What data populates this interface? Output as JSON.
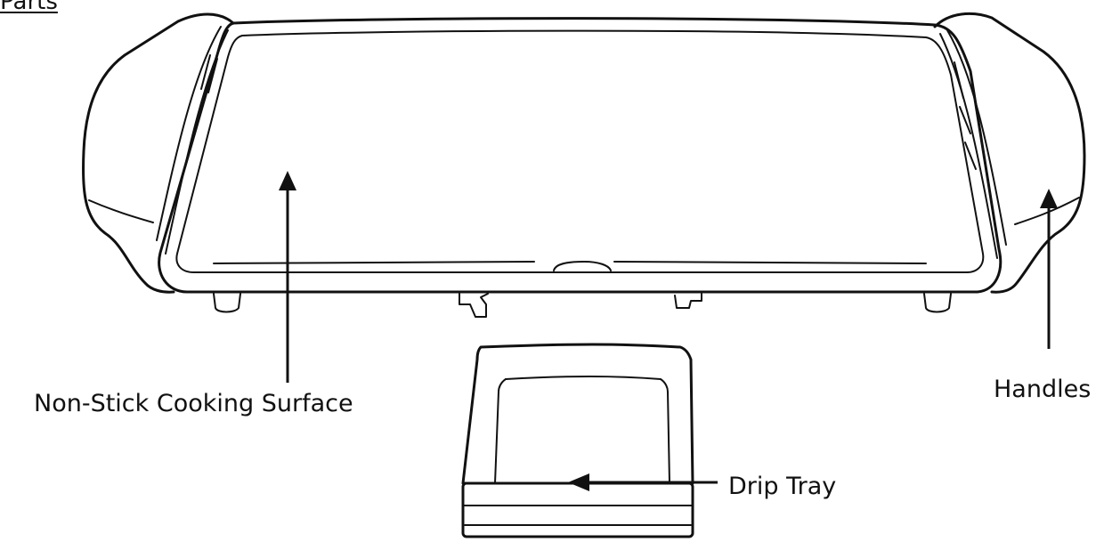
{
  "heading": "Parts",
  "labels": {
    "surface": "Non-Stick Cooking Surface",
    "handles": "Handles",
    "drip_tray": "Drip Tray"
  }
}
